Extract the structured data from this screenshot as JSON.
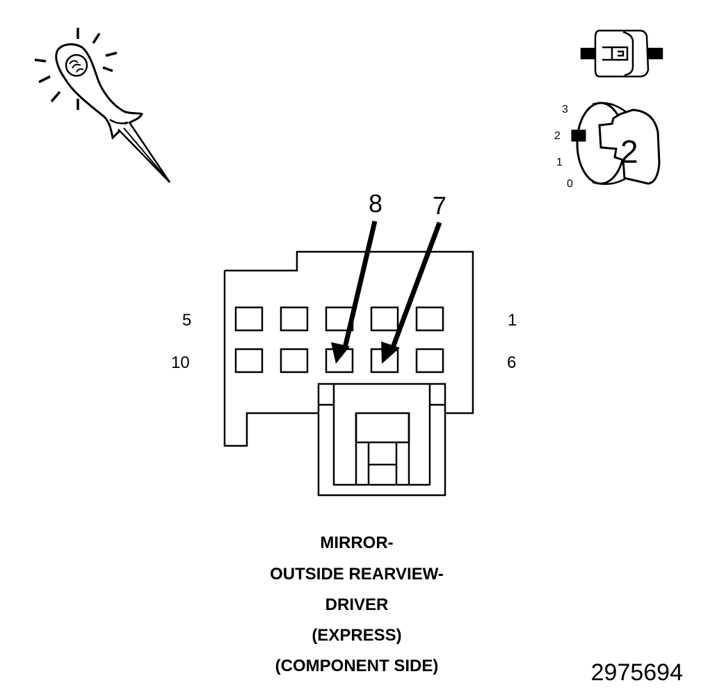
{
  "diagram": {
    "caption_lines": [
      "MIRROR-",
      "OUTSIDE REARVIEW-",
      "DRIVER",
      "(EXPRESS)",
      "(COMPONENT SIDE)"
    ],
    "figure_number": "2975694",
    "connector": {
      "pin_labels": {
        "top_left": "5",
        "top_right": "1",
        "bottom_left": "10",
        "bottom_right": "6"
      },
      "probe_pins": [
        "8",
        "7"
      ]
    },
    "ignition_key": {
      "positions": [
        "3",
        "2",
        "1",
        "0"
      ],
      "selected_position": "2"
    },
    "icons": [
      "test-probe-light-icon",
      "connector-disconnected-icon",
      "ignition-key-icon"
    ]
  }
}
